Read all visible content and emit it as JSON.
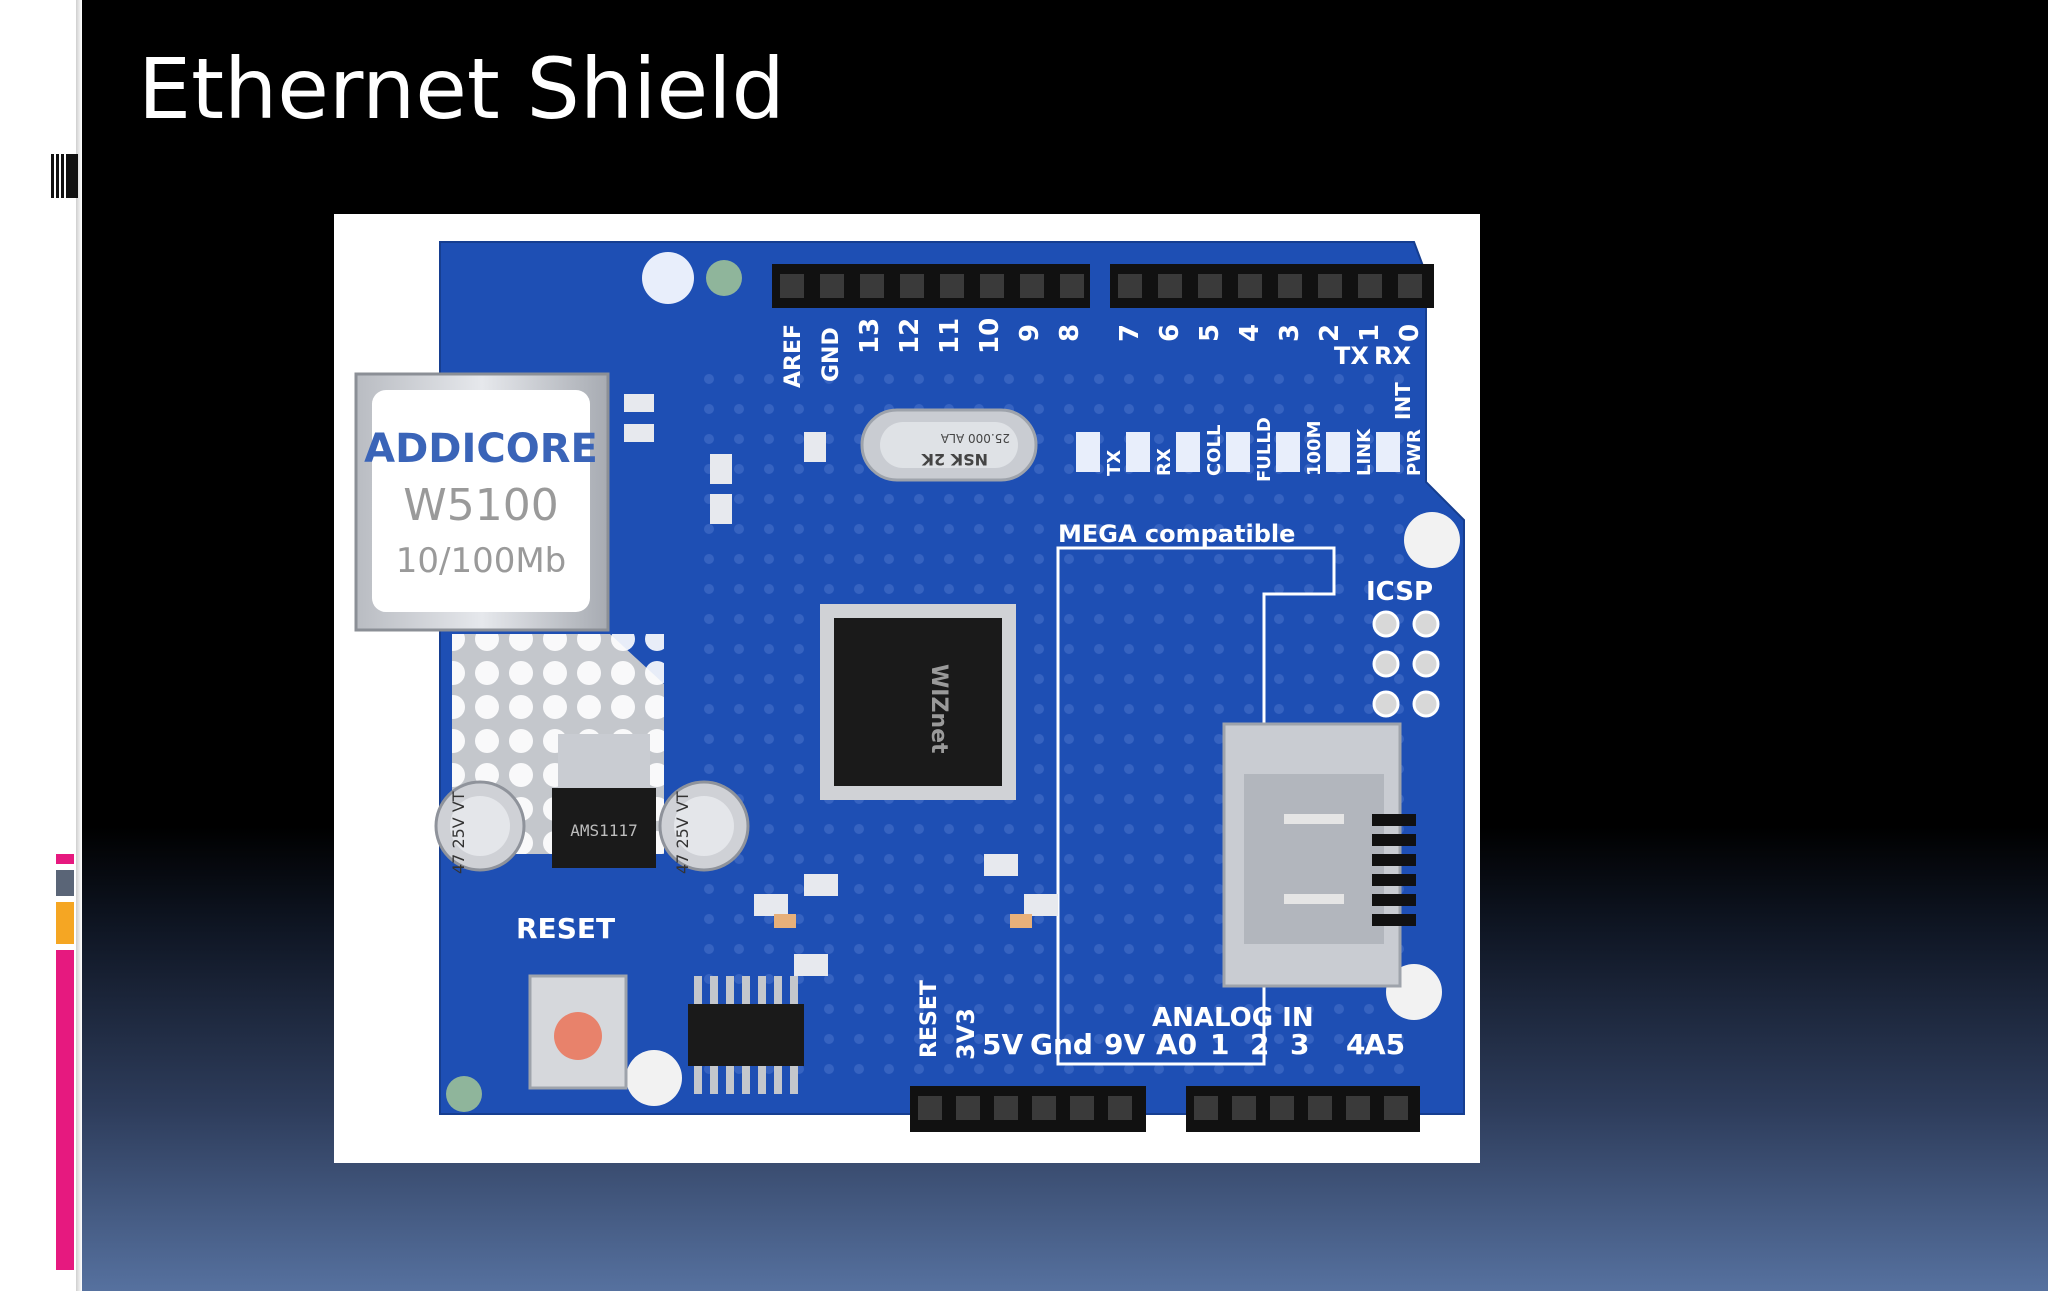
{
  "slide": {
    "title": "Ethernet Shield"
  },
  "board": {
    "jack_brand": "ADDICORE",
    "jack_model": "W5100",
    "jack_speed": "10/100Mb",
    "reset_label": "RESET",
    "mega_label": "MEGA compatible",
    "icsp_label": "ICSP",
    "analog_label": "ANALOG IN",
    "crystal_text": "NSK 2K",
    "crystal_freq": "25.000 ALA",
    "regulator_text": "AMS1117",
    "cap_text": "47 25V VT",
    "ic_brand": "WIZnet",
    "top_pins_left": [
      "AREF",
      "GND",
      "13",
      "12",
      "11",
      "10",
      "9",
      "8"
    ],
    "top_pins_right": [
      "7",
      "6",
      "5",
      "4",
      "3",
      "2",
      "1",
      "0"
    ],
    "tx_label": "TX",
    "rx_label": "RX",
    "int_label": "INT",
    "leds": [
      "TX",
      "RX",
      "COLL",
      "FULLD",
      "100M",
      "LINK",
      "PWR"
    ],
    "power_pins": [
      "RESET",
      "3V3",
      "5V",
      "Gnd",
      "9V"
    ],
    "analog_pins": [
      "A0",
      "1",
      "2",
      "3",
      "4",
      "A5"
    ]
  },
  "colors": {
    "background": "#000000",
    "left_band": "#ffffff",
    "accent_magenta": "#e6197f",
    "accent_gray": "#5a6577",
    "accent_orange": "#f5a623",
    "pcb_blue": "#1e4fb4"
  }
}
